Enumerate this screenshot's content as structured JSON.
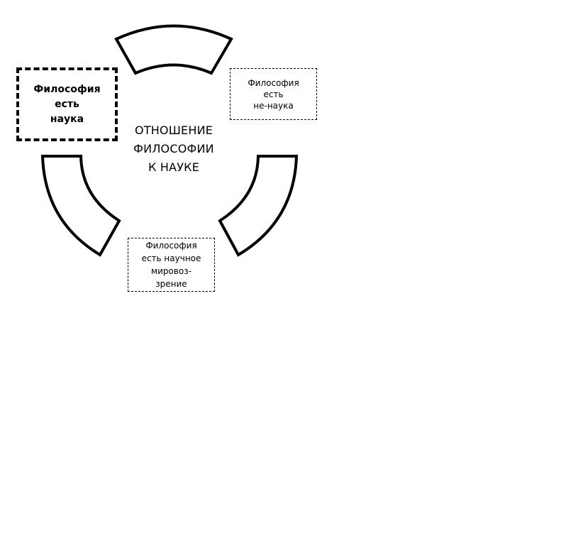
{
  "diagram": {
    "center_title": {
      "lines": [
        "ОТНОШЕНИЕ",
        "ФИЛОСОФИИ",
        "К НАУКЕ"
      ]
    },
    "boxes": {
      "science": {
        "lines": [
          "Философия",
          "есть",
          "наука"
        ]
      },
      "non_science": {
        "lines": [
          "Философия",
          "есть",
          "не-наука"
        ]
      },
      "worldview": {
        "lines": [
          "Философия",
          "есть научное",
          "мировоз-",
          "зрение"
        ]
      }
    },
    "colors": {
      "stroke": "#000000",
      "background": "#ffffff"
    }
  }
}
